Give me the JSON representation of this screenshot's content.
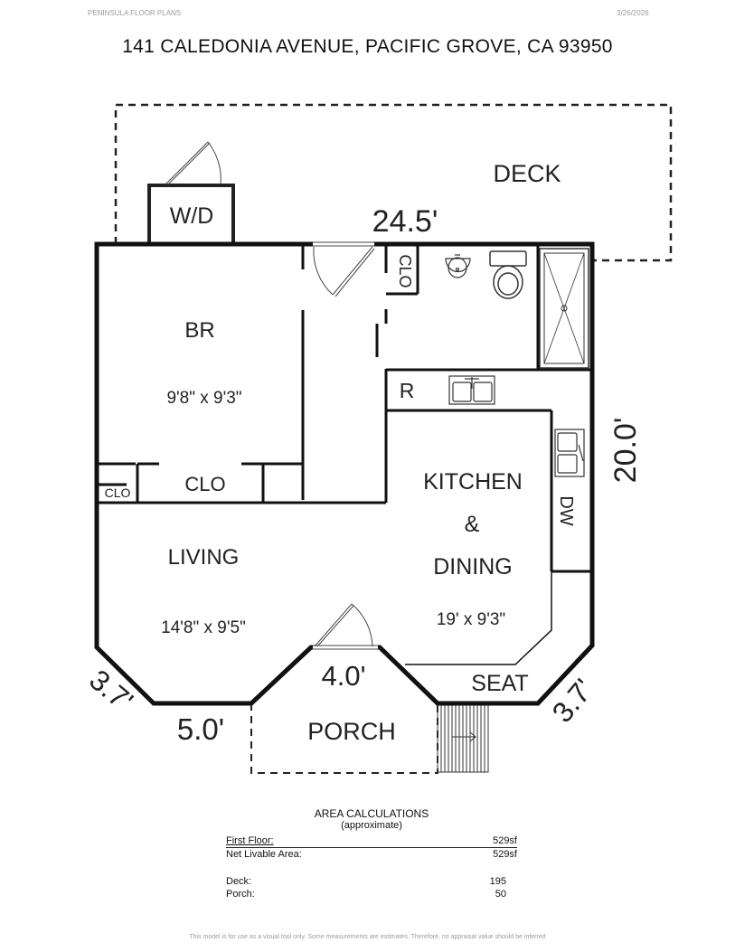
{
  "header": {
    "company": "PENINSULA FLOOR PLANS",
    "date": "3/26/2026",
    "address": "141 CALEDONIA AVENUE, PACIFIC GROVE, CA  93950"
  },
  "rooms": {
    "deck": "DECK",
    "wd": "W/D",
    "clo_top": "CLO",
    "br": "BR",
    "br_dim": "9'8\" x 9'3\"",
    "r": "R",
    "clo_mid": "CLO",
    "clo_small": "CLO",
    "living": "LIVING",
    "living_dim": "14'8\" x 9'5\"",
    "kitchen": "KITCHEN",
    "amp": "&",
    "dining": "DINING",
    "kitchen_dim": "19' x 9'3\"",
    "dw": "DW",
    "seat": "SEAT",
    "porch": "PORCH"
  },
  "dimensions": {
    "top": "24.5'",
    "right": "20.0'",
    "left_bevel": "3.7'",
    "right_bevel": "3.7'",
    "porch_width": "4.0'",
    "bottom_left": "5.0'"
  },
  "area": {
    "title": "AREA CALCULATIONS",
    "subtitle": "(approximate)",
    "rows": [
      {
        "label": "First  Floor:",
        "value": "529sf"
      },
      {
        "label": "Net Livable Area:",
        "value": "529sf"
      },
      {
        "label": "Deck:",
        "value": "195"
      },
      {
        "label": "Porch:",
        "value": "50"
      }
    ]
  },
  "footer": "This model is for use as a visual tool only. Some measurements are estimates. Therefore, no appraisal value should be inferred"
}
